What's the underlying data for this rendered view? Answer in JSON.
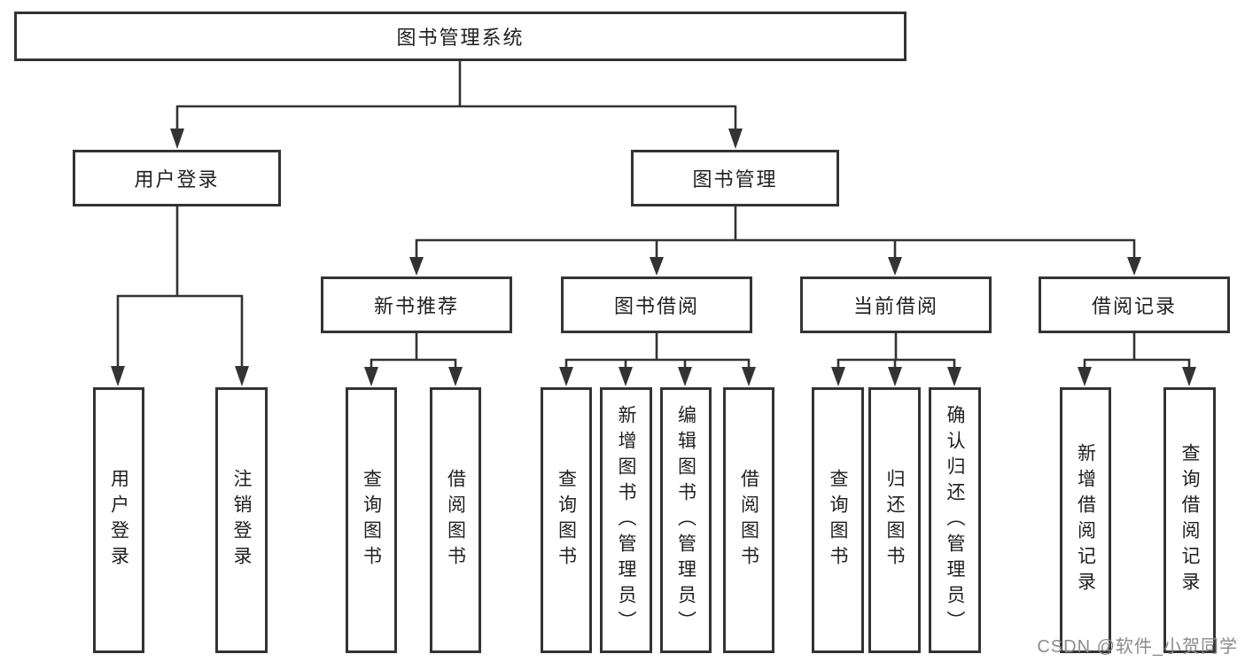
{
  "diagram": {
    "root": "图书管理系统",
    "level2": [
      "用户登录",
      "图书管理"
    ],
    "level3": [
      "新书推荐",
      "图书借阅",
      "当前借阅",
      "借阅记录"
    ],
    "leaves": {
      "login": [
        "用户登录",
        "注销登录"
      ],
      "recommend": [
        "查询图书",
        "借阅图书"
      ],
      "borrow": [
        "查询图书",
        "新增图书（管理员）",
        "编辑图书（管理员）",
        "借阅图书"
      ],
      "current": [
        "查询图书",
        "归还图书",
        "确认归还（管理员）"
      ],
      "records": [
        "新增借阅记录",
        "查询借阅记录"
      ]
    }
  },
  "watermark": {
    "text": "CSDN @软件_小贺同学"
  },
  "colors": {
    "line": "#333333",
    "text": "#1f1f1f",
    "watermark": "#8b8b8b",
    "background": "#ffffff"
  }
}
